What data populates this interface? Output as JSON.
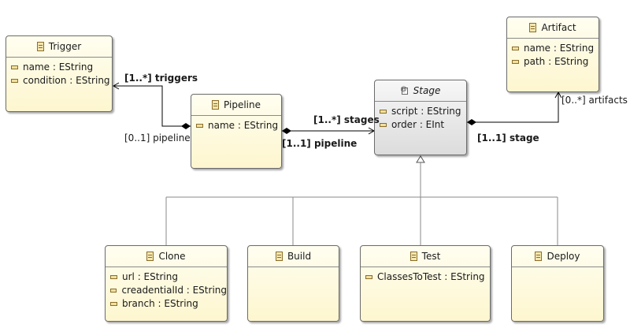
{
  "classes": {
    "trigger": {
      "name": "Trigger",
      "attributes": [
        "name : EString",
        "condition : EString"
      ]
    },
    "pipeline": {
      "name": "Pipeline",
      "attributes": [
        "name : EString"
      ]
    },
    "stage": {
      "name": "Stage",
      "abstract": true,
      "attributes": [
        "script : EString",
        "order : EInt"
      ]
    },
    "artifact": {
      "name": "Artifact",
      "attributes": [
        "name : EString",
        "path : EString"
      ]
    },
    "clone": {
      "name": "Clone",
      "attributes": [
        "url : EString",
        "creadentialId : EString",
        "branch : EString"
      ]
    },
    "build": {
      "name": "Build",
      "attributes": []
    },
    "test": {
      "name": "Test",
      "attributes": [
        "ClassesToTest : EString"
      ]
    },
    "deploy": {
      "name": "Deploy",
      "attributes": []
    }
  },
  "references": {
    "triggers": "[1..*] triggers",
    "trigger_pipeline": "[0..1] pipeline",
    "stages": "[1..*] stages",
    "stage_pipeline": "[1..1] pipeline",
    "artifacts": "[0..*] artifacts",
    "artifact_stage": "[1..1] stage"
  }
}
